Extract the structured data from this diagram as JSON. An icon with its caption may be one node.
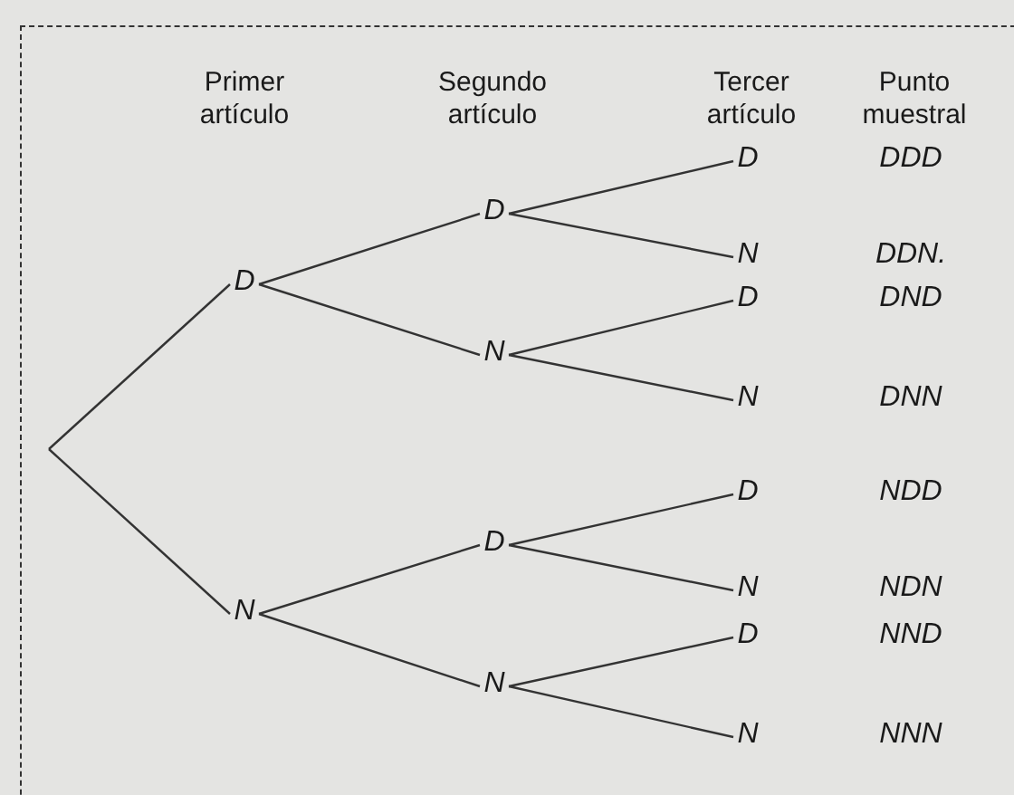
{
  "diagram": {
    "nodes": [
      {
        "text": [
          "D"
        ]
      },
      {
        "text": [
          "N"
        ]
      },
      {
        "text": [
          "D"
        ]
      },
      {
        "text": [
          "N"
        ]
      },
      {
        "text": [
          "D"
        ]
      },
      {
        "text": [
          "N"
        ]
      },
      {
        "text": [
          "D"
        ]
      },
      {
        "text": [
          "N"
        ]
      },
      {
        "text": [
          "D"
        ]
      },
      {
        "text": [
          "N"
        ]
      },
      {
        "text": [
          "D"
        ]
      },
      {
        "text": [
          "N"
        ]
      },
      {
        "text": [
          "D"
        ]
      },
      {
        "text": [
          "N"
        ]
      }
    ],
    "edges": [
      {
        "from": null,
        "to": 0,
        "arrow": "none"
      },
      {
        "from": null,
        "to": 1,
        "arrow": "none"
      },
      {
        "from": 0,
        "to": 2,
        "arrow": "none"
      },
      {
        "from": 0,
        "to": 3,
        "arrow": "none"
      },
      {
        "from": 1,
        "to": 4,
        "arrow": "none"
      },
      {
        "from": 1,
        "to": 5,
        "arrow": "none"
      },
      {
        "from": 2,
        "to": 6,
        "arrow": "none"
      },
      {
        "from": 2,
        "to": 7,
        "arrow": "none"
      },
      {
        "from": 3,
        "to": 8,
        "arrow": "none"
      },
      {
        "from": 3,
        "to": 9,
        "arrow": "none"
      },
      {
        "from": 4,
        "to": 10,
        "arrow": "none"
      },
      {
        "from": 4,
        "to": 11,
        "arrow": "none"
      },
      {
        "from": 5,
        "to": 12,
        "arrow": "none"
      },
      {
        "from": 5,
        "to": 13,
        "arrow": "none"
      }
    ],
    "labels": [
      "Primer artículo",
      "Segundo artículo",
      "Tercer artículo",
      "Punto muestral",
      "DDD",
      "DDN.",
      "DND",
      "DNN",
      "NDD",
      "NDN",
      "NND",
      "NNN"
    ]
  }
}
